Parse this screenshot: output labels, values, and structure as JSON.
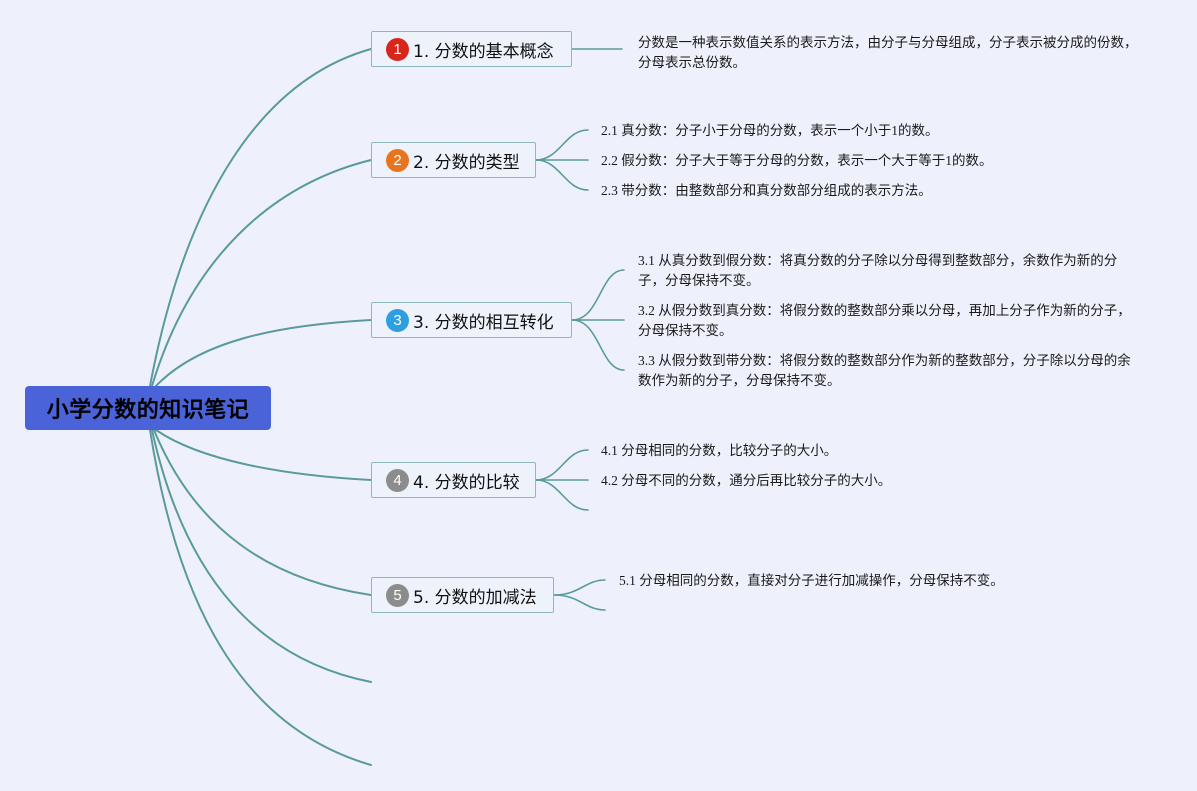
{
  "root": {
    "label": "小学分数的知识笔记"
  },
  "colors": {
    "line": "#5a9a9a",
    "badge_1": "#d9261c",
    "badge_2": "#e8741f",
    "badge_3": "#2d9fe0",
    "badge_4": "#8c8c8c",
    "badge_5": "#8c8c8c"
  },
  "topics": [
    {
      "badge": "1",
      "label": "1. 分数的基本概念",
      "notes": [
        "分数是一种表示数值关系的表示方法，由分子与分母组成，分子表示被分成的份数，分母表示总份数。"
      ]
    },
    {
      "badge": "2",
      "label": "2. 分数的类型",
      "notes": [
        "2.1 真分数：分子小于分母的分数，表示一个小于1的数。",
        "2.2 假分数：分子大于等于分母的分数，表示一个大于等于1的数。",
        "2.3 带分数：由整数部分和真分数部分组成的表示方法。"
      ]
    },
    {
      "badge": "3",
      "label": "3. 分数的相互转化",
      "notes": [
        "3.1 从真分数到假分数：将真分数的分子除以分母得到整数部分，余数作为新的分子，分母保持不变。",
        "3.2 从假分数到真分数：将假分数的整数部分乘以分母，再加上分子作为新的分子，分母保持不变。",
        "3.3 从假分数到带分数：将假分数的整数部分作为新的整数部分，分子除以分母的余数作为新的分子，分母保持不变。"
      ]
    },
    {
      "badge": "4",
      "label": "4. 分数的比较",
      "notes": [
        "4.1 分母相同的分数，比较分子的大小。",
        "4.2 分母不同的分数，通分后再比较分子的大小。"
      ]
    },
    {
      "badge": "5",
      "label": "5. 分数的加减法",
      "notes": [
        "5.1 分母相同的分数，直接对分子进行加减操作，分母保持不变。"
      ]
    }
  ]
}
